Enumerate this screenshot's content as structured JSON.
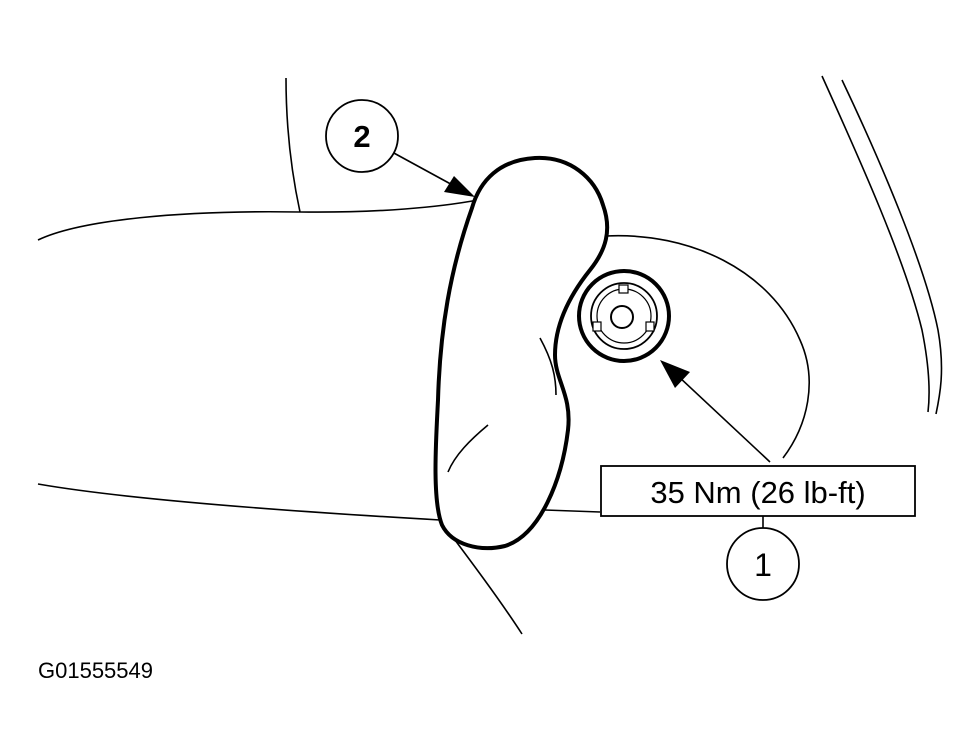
{
  "callouts": {
    "part_1": "1",
    "part_2": "2"
  },
  "torque_spec": "35 Nm (26 lb-ft)",
  "figure_id": "G01555549",
  "colors": {
    "ink": "#000000",
    "paper": "#ffffff"
  }
}
